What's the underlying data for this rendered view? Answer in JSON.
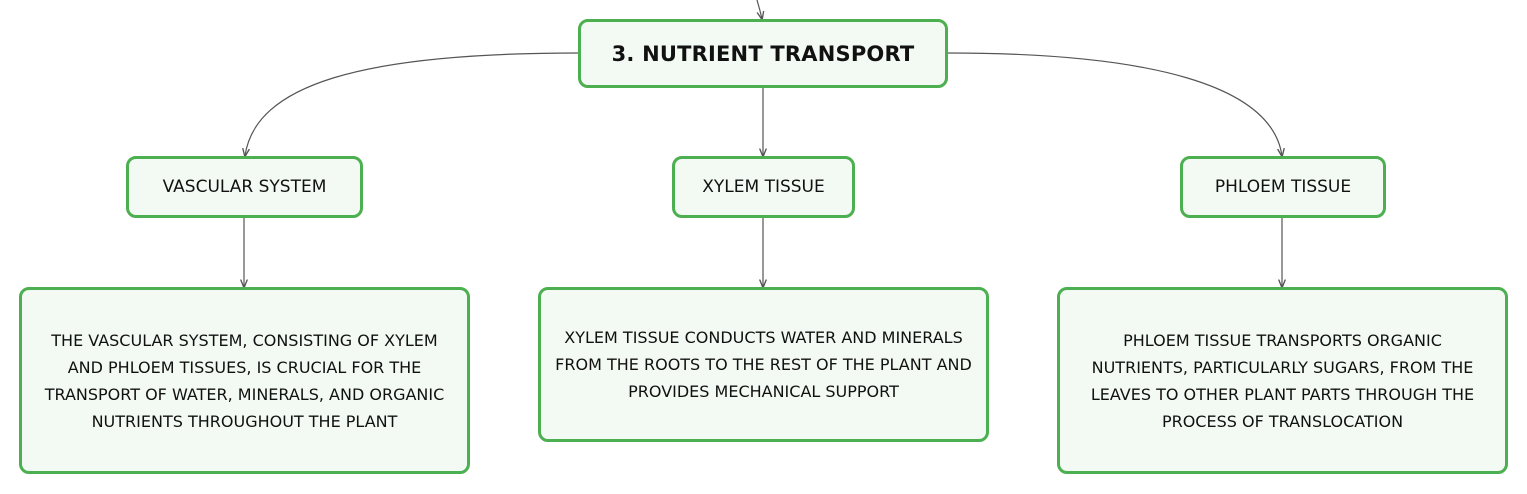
{
  "diagram": {
    "root": {
      "label": "3. NUTRIENT TRANSPORT"
    },
    "topics": [
      {
        "label": "VASCULAR SYSTEM",
        "detail": [
          "THE VASCULAR SYSTEM, CONSISTING OF XYLEM",
          "AND PHLOEM TISSUES, IS CRUCIAL FOR THE",
          "TRANSPORT OF WATER, MINERALS, AND ORGANIC",
          "NUTRIENTS THROUGHOUT THE PLANT"
        ]
      },
      {
        "label": "XYLEM TISSUE",
        "detail": [
          "XYLEM TISSUE CONDUCTS WATER AND MINERALS",
          "FROM THE ROOTS TO THE REST OF THE PLANT AND",
          "PROVIDES MECHANICAL SUPPORT"
        ]
      },
      {
        "label": "PHLOEM TISSUE",
        "detail": [
          "PHLOEM TISSUE TRANSPORTS ORGANIC",
          "NUTRIENTS, PARTICULARLY SUGARS, FROM THE",
          "LEAVES TO OTHER PLANT PARTS THROUGH THE",
          "PROCESS OF TRANSLOCATION"
        ]
      }
    ],
    "colors": {
      "node_border": "#4caf50",
      "node_fill": "#f3faf3",
      "connector": "#555555"
    }
  }
}
